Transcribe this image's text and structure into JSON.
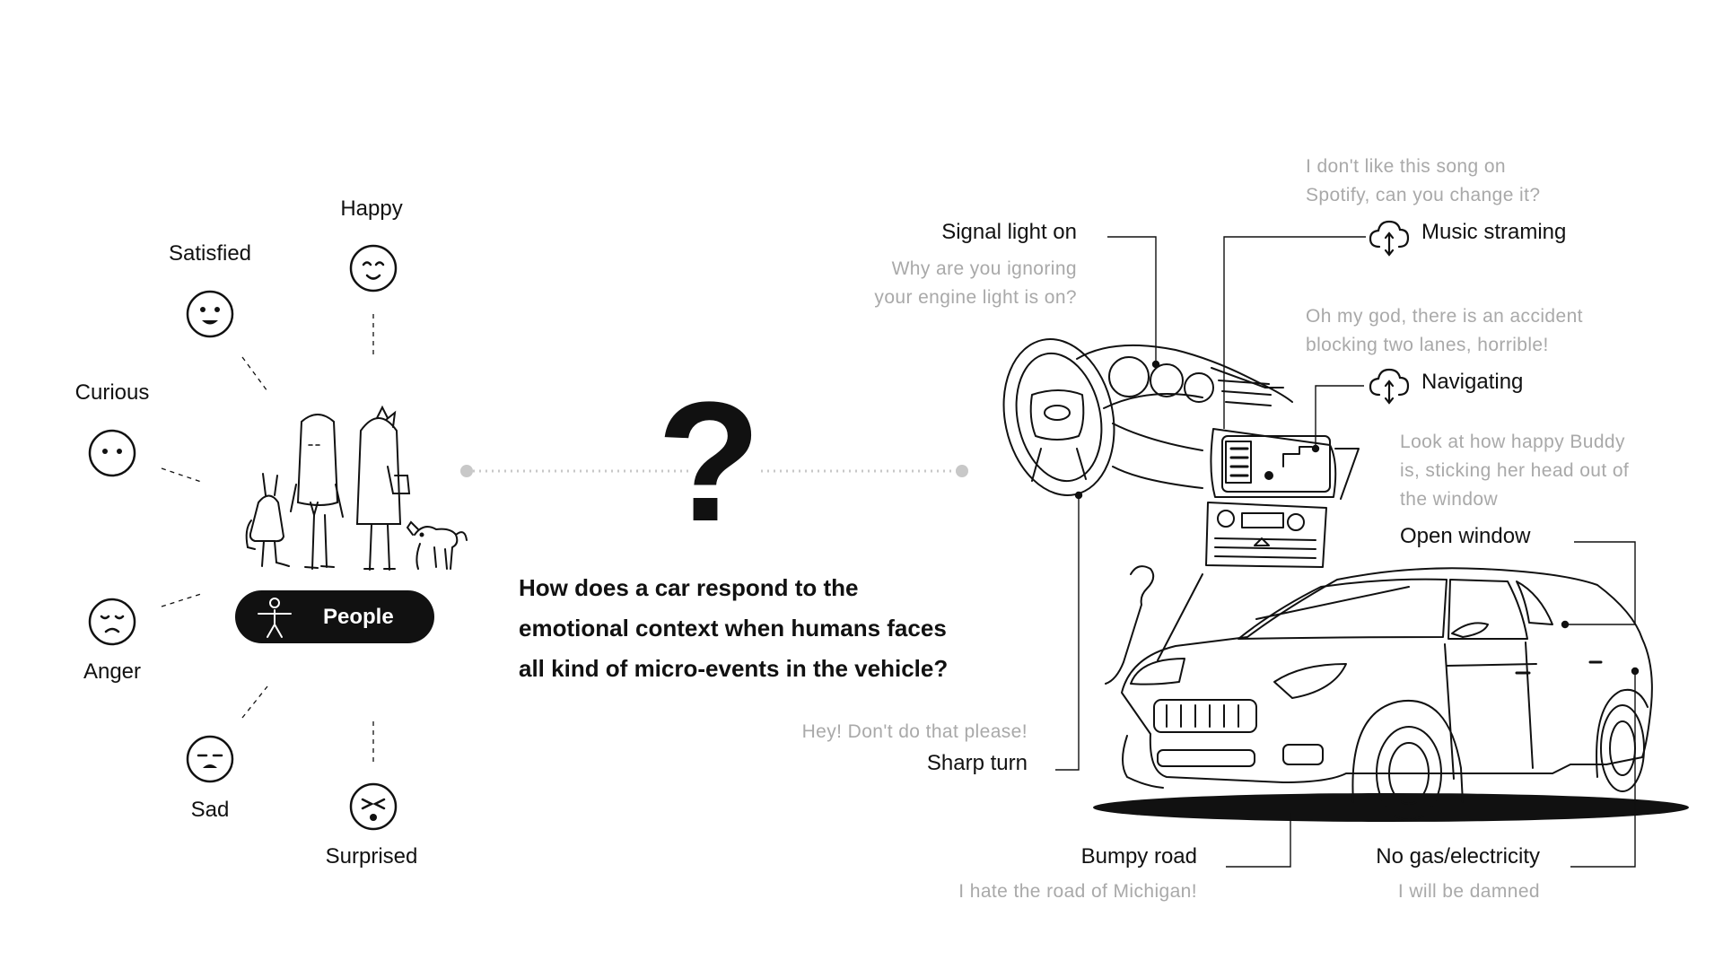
{
  "emotions": {
    "happy": "Happy",
    "satisfied": "Satisfied",
    "curious": "Curious",
    "anger": "Anger",
    "sad": "Sad",
    "surprised": "Surprised"
  },
  "people_label": "People",
  "question": {
    "mark": "?",
    "line1": "How does a car respond to the",
    "line2": "emotional context when humans faces",
    "line3": "all kind of micro-events in the vehicle?"
  },
  "events": {
    "signal_light": {
      "label": "Signal light on",
      "quote1": "Why are you ignoring",
      "quote2": "your engine light is on?"
    },
    "music": {
      "label": "Music straming",
      "quote1": "I don't like this song on",
      "quote2": "Spotify, can you change it?"
    },
    "navigating": {
      "label": "Navigating",
      "quote1": "Oh my god, there is an accident",
      "quote2": "blocking two lanes, horrible!"
    },
    "open_window": {
      "label": "Open window",
      "quote1": "Look at how happy Buddy",
      "quote2": "is, sticking her head out of",
      "quote3": "the window"
    },
    "sharp_turn": {
      "label": "Sharp turn",
      "quote": "Hey! Don't do that please!"
    },
    "bumpy_road": {
      "label": "Bumpy road",
      "quote": "I hate the road of Michigan!"
    },
    "no_gas": {
      "label": "No gas/electricity",
      "quote": "I will be damned"
    }
  },
  "icons": [
    "smile-icon",
    "cloud-sync-icon",
    "person-icon",
    "car-illustration",
    "dashboard-illustration",
    "family-illustration"
  ],
  "colors": {
    "ink": "#111111",
    "quote": "#a9a9a9",
    "connector": "#c8c8c8"
  }
}
